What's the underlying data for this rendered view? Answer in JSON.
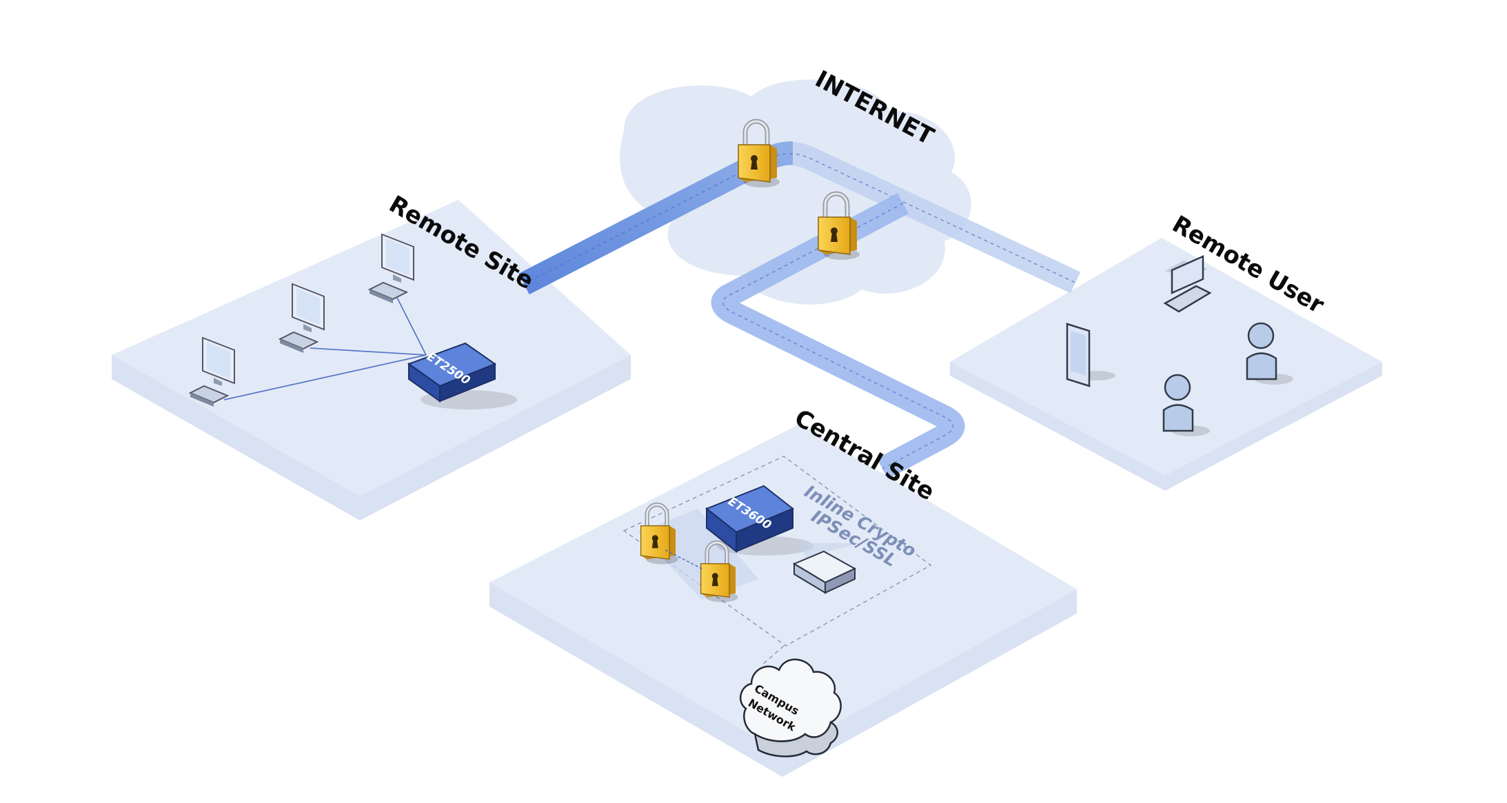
{
  "diagram": {
    "title": "",
    "zones": {
      "internet": "INTERNET",
      "remote_site": "Remote Site",
      "remote_user": "Remote User",
      "central_site": "Central Site"
    },
    "devices": {
      "remote_switch": "ET2500",
      "central_switch": "ET3600"
    },
    "annotations": {
      "crypto_line1": "Inline Crypto",
      "crypto_line2": "IPSec/SSL"
    },
    "campus_cloud": {
      "line1": "Campus",
      "line2": "Network"
    },
    "colors": {
      "platform": "#e3eaf7",
      "platform_edge": "#d4deef",
      "cloud": "#e2e9f6",
      "tunnel_strong": "#6b91e0",
      "tunnel_light": "#b9cdf0",
      "device_blue": "#3a63c4",
      "lock_gold": "#f2bd2e"
    }
  }
}
